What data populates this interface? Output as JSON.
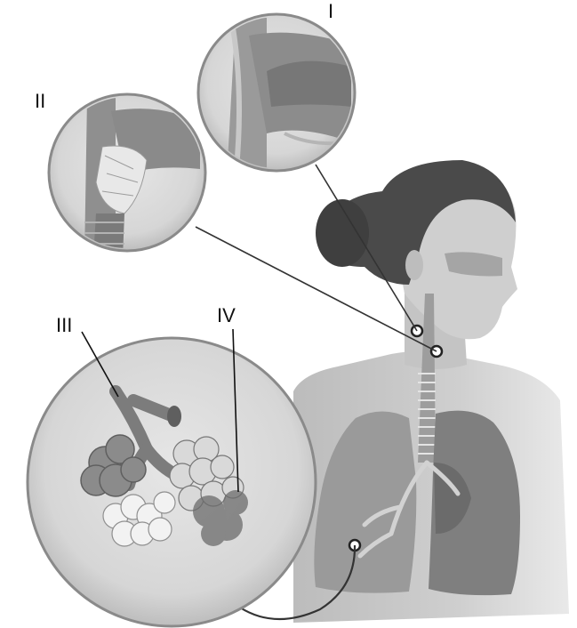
{
  "labels": {
    "i": "I",
    "ii": "II",
    "iii": "III",
    "iv": "IV"
  },
  "colors": {
    "skin": "#c9c9c9",
    "skin_shadow": "#a9a9a9",
    "hair": "#4a4a4a",
    "lung": "#8f8f8f",
    "lung_dark": "#6e6e6e",
    "bubble": "#dedede",
    "leader": "#222222"
  }
}
